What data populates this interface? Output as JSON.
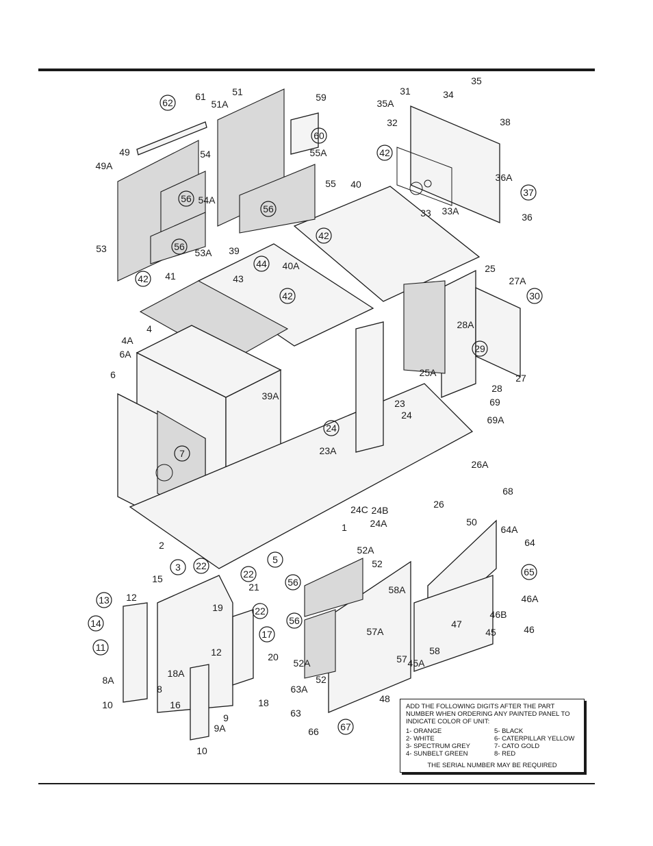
{
  "callouts": [
    {
      "id": "62",
      "circled": true
    },
    {
      "id": "61",
      "circled": false
    },
    {
      "id": "51",
      "circled": false
    },
    {
      "id": "51A",
      "circled": false
    },
    {
      "id": "59",
      "circled": false
    },
    {
      "id": "60",
      "circled": true
    },
    {
      "id": "49",
      "circled": false
    },
    {
      "id": "49A",
      "circled": false
    },
    {
      "id": "54",
      "circled": false
    },
    {
      "id": "55A",
      "circled": false
    },
    {
      "id": "56",
      "circled": true
    },
    {
      "id": "54A",
      "circled": false
    },
    {
      "id": "55",
      "circled": false
    },
    {
      "id": "56",
      "circled": true
    },
    {
      "id": "53",
      "circled": false
    },
    {
      "id": "56",
      "circled": true
    },
    {
      "id": "53A",
      "circled": false
    },
    {
      "id": "35",
      "circled": false
    },
    {
      "id": "34",
      "circled": false
    },
    {
      "id": "31",
      "circled": false
    },
    {
      "id": "35A",
      "circled": false
    },
    {
      "id": "38",
      "circled": false
    },
    {
      "id": "32",
      "circled": false
    },
    {
      "id": "42",
      "circled": true
    },
    {
      "id": "36A",
      "circled": false
    },
    {
      "id": "37",
      "circled": true
    },
    {
      "id": "36",
      "circled": false
    },
    {
      "id": "33",
      "circled": false
    },
    {
      "id": "33A",
      "circled": false
    },
    {
      "id": "40",
      "circled": false
    },
    {
      "id": "42",
      "circled": true
    },
    {
      "id": "40A",
      "circled": false
    },
    {
      "id": "39",
      "circled": false
    },
    {
      "id": "44",
      "circled": true
    },
    {
      "id": "43",
      "circled": false
    },
    {
      "id": "42",
      "circled": true
    },
    {
      "id": "41",
      "circled": false
    },
    {
      "id": "42",
      "circled": true
    },
    {
      "id": "25",
      "circled": false
    },
    {
      "id": "27A",
      "circled": false
    },
    {
      "id": "30",
      "circled": true
    },
    {
      "id": "4",
      "circled": false
    },
    {
      "id": "4A",
      "circled": false
    },
    {
      "id": "6A",
      "circled": false
    },
    {
      "id": "6",
      "circled": false
    },
    {
      "id": "28A",
      "circled": false
    },
    {
      "id": "29",
      "circled": true
    },
    {
      "id": "39A",
      "circled": false
    },
    {
      "id": "25A",
      "circled": false
    },
    {
      "id": "27",
      "circled": false
    },
    {
      "id": "28",
      "circled": false
    },
    {
      "id": "69",
      "circled": false
    },
    {
      "id": "69A",
      "circled": false
    },
    {
      "id": "23",
      "circled": false
    },
    {
      "id": "24",
      "circled": false
    },
    {
      "id": "24",
      "circled": true
    },
    {
      "id": "7",
      "circled": true
    },
    {
      "id": "23A",
      "circled": false
    },
    {
      "id": "26A",
      "circled": false
    },
    {
      "id": "26",
      "circled": false
    },
    {
      "id": "24C",
      "circled": false
    },
    {
      "id": "24B",
      "circled": false
    },
    {
      "id": "24A",
      "circled": false
    },
    {
      "id": "68",
      "circled": false
    },
    {
      "id": "1",
      "circled": false
    },
    {
      "id": "50",
      "circled": false
    },
    {
      "id": "64A",
      "circled": false
    },
    {
      "id": "64",
      "circled": false
    },
    {
      "id": "2",
      "circled": false
    },
    {
      "id": "3",
      "circled": true
    },
    {
      "id": "5",
      "circled": true
    },
    {
      "id": "52A",
      "circled": false
    },
    {
      "id": "52",
      "circled": false
    },
    {
      "id": "65",
      "circled": true
    },
    {
      "id": "22",
      "circled": true
    },
    {
      "id": "15",
      "circled": false
    },
    {
      "id": "22",
      "circled": true
    },
    {
      "id": "21",
      "circled": false
    },
    {
      "id": "19",
      "circled": false
    },
    {
      "id": "56",
      "circled": true
    },
    {
      "id": "58A",
      "circled": false
    },
    {
      "id": "46A",
      "circled": false
    },
    {
      "id": "13",
      "circled": true
    },
    {
      "id": "12",
      "circled": false
    },
    {
      "id": "22",
      "circled": true
    },
    {
      "id": "46B",
      "circled": false
    },
    {
      "id": "14",
      "circled": true
    },
    {
      "id": "56",
      "circled": true
    },
    {
      "id": "47",
      "circled": false
    },
    {
      "id": "46",
      "circled": false
    },
    {
      "id": "17",
      "circled": true
    },
    {
      "id": "57A",
      "circled": false
    },
    {
      "id": "45",
      "circled": false
    },
    {
      "id": "11",
      "circled": true
    },
    {
      "id": "12",
      "circled": false
    },
    {
      "id": "20",
      "circled": false
    },
    {
      "id": "58",
      "circled": false
    },
    {
      "id": "52A",
      "circled": false
    },
    {
      "id": "57",
      "circled": false
    },
    {
      "id": "45A",
      "circled": false
    },
    {
      "id": "18A",
      "circled": false
    },
    {
      "id": "52",
      "circled": false
    },
    {
      "id": "8A",
      "circled": false
    },
    {
      "id": "8",
      "circled": false
    },
    {
      "id": "18",
      "circled": false
    },
    {
      "id": "10",
      "circled": false
    },
    {
      "id": "16",
      "circled": false
    },
    {
      "id": "63A",
      "circled": false
    },
    {
      "id": "48",
      "circled": false
    },
    {
      "id": "9",
      "circled": false
    },
    {
      "id": "63",
      "circled": false
    },
    {
      "id": "9A",
      "circled": false
    },
    {
      "id": "66",
      "circled": false
    },
    {
      "id": "67",
      "circled": true
    },
    {
      "id": "10",
      "circled": false
    }
  ],
  "note": {
    "heading": "ADD THE FOLLOWING DIGITS AFTER THE PART\nNUMBER WHEN ORDERING ANY PAINTED PANEL TO\nINDICATE COLOR OF UNIT:",
    "colors": [
      "1- ORANGE",
      "5- BLACK",
      "2- WHITE",
      "6- CATERPILLAR YELLOW",
      "3- SPECTRUM GREY",
      "7- CATO GOLD",
      "4- SUNBELT GREEN",
      "8- RED"
    ],
    "footer": "THE SERIAL NUMBER MAY BE REQUIRED"
  }
}
